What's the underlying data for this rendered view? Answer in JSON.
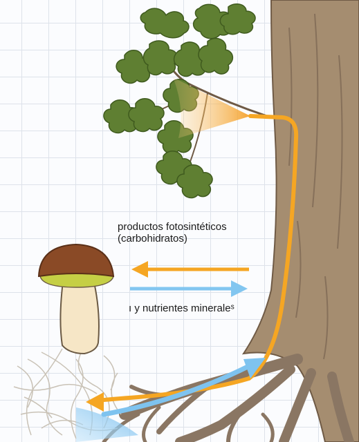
{
  "labels": {
    "photosynthetic_line1": "productos fotosintéticos",
    "photosynthetic_line2": "(carbohidratos)",
    "minerals": "ı y nutrientes mineraleˢ"
  },
  "colors": {
    "carbohydrate_flow": "#f5a623",
    "mineral_flow": "#7ec3ef",
    "trunk": "#a58d70",
    "leaf": "#5f7f32",
    "mushroom_cap": "#8a4a26",
    "mushroom_gills": "#c5cf45",
    "mushroom_stem": "#f6e6c6"
  },
  "icons": [
    "tree-trunk",
    "oak-leaves",
    "mushroom",
    "mycelium",
    "tree-roots"
  ]
}
